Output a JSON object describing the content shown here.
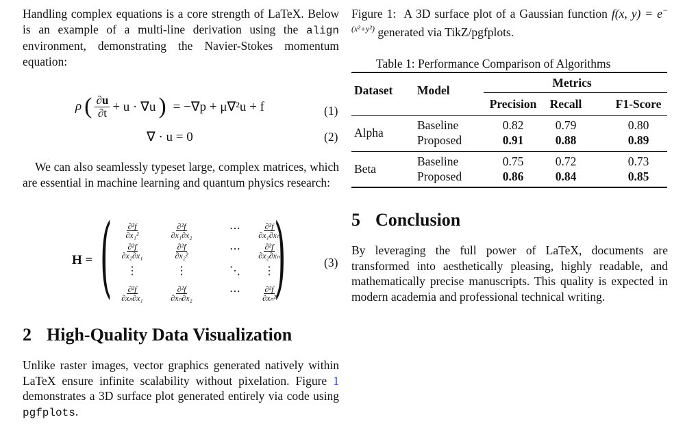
{
  "left": {
    "intro": {
      "p1": "Handling complex equations is a core strength of ",
      "latex": "LaTeX",
      "p2": ". Below is an example of a multi-line derivation using the ",
      "code": "align",
      "p3": " environment, demonstrating the Navier-Stokes momentum equation:"
    },
    "eq1": {
      "text": "ρ (∂u/∂t + u · ∇u) = −∇p + μ∇²u + f",
      "lhs_rho": "ρ",
      "num": "∂u",
      "den": "∂t",
      "mid": "+ u · ∇u",
      "rhs": "= −∇p + μ∇²u + f",
      "number": "(1)"
    },
    "eq2": {
      "text": "∇ · u = 0",
      "number": "(2)"
    },
    "matrix_intro": "We can also seamlessly typeset large, complex matrices, which are essential in machine learning and quantum physics research:",
    "eq3": {
      "lhs": "H =",
      "number": "(3)",
      "cells": [
        {
          "n": "∂²f",
          "d": "∂x₁²"
        },
        {
          "n": "∂²f",
          "d": "∂x₁∂x₂"
        },
        {
          "n": "⋯",
          "d": ""
        },
        {
          "n": "∂²f",
          "d": "∂x₁∂xₙ"
        },
        {
          "n": "∂²f",
          "d": "∂x₂∂x₁"
        },
        {
          "n": "∂²f",
          "d": "∂x₂²"
        },
        {
          "n": "⋯",
          "d": ""
        },
        {
          "n": "∂²f",
          "d": "∂x₂∂xₙ"
        },
        {
          "n": "⋮",
          "d": ""
        },
        {
          "n": "⋮",
          "d": ""
        },
        {
          "n": "⋱",
          "d": ""
        },
        {
          "n": "⋮",
          "d": ""
        },
        {
          "n": "∂²f",
          "d": "∂xₙ∂x₁"
        },
        {
          "n": "∂²f",
          "d": "∂xₙ∂x₂"
        },
        {
          "n": "⋯",
          "d": ""
        },
        {
          "n": "∂²f",
          "d": "∂xₙ²"
        }
      ]
    },
    "section2": {
      "number": "2",
      "title": "High-Quality Data Visualization"
    },
    "viz": {
      "p1": "Unlike raster images, vector graphics generated natively within ",
      "latex": "LaTeX",
      "p2": " ensure infinite scalability without pixelation. Figure ",
      "ref": "1",
      "p3": " demonstrates a 3D surface plot generated entirely via code using ",
      "code": "pgfplots",
      "p4": "."
    }
  },
  "right": {
    "figure_caption": {
      "label": "Figure 1:",
      "text1": "A 3D surface plot of a Gaussian function ",
      "formula": "f(x, y) = e^−(x²+y²)",
      "fx": "f(x, y) = e",
      "exp": "−(x²+y²)",
      "text2": " generated via TikZ/pgfplots."
    },
    "table": {
      "caption": "Table 1: Performance Comparison of Algorithms",
      "headers": {
        "dataset": "Dataset",
        "model": "Model",
        "metrics": "Metrics",
        "precision": "Precision",
        "recall": "Recall",
        "f1": "F1-Score"
      },
      "groups": [
        {
          "dataset": "Alpha",
          "rows": [
            {
              "model": "Baseline",
              "precision": "0.82",
              "recall": "0.79",
              "f1": "0.80"
            },
            {
              "model": "Proposed",
              "precision": "0.91",
              "recall": "0.88",
              "f1": "0.89"
            }
          ]
        },
        {
          "dataset": "Beta",
          "rows": [
            {
              "model": "Baseline",
              "precision": "0.75",
              "recall": "0.72",
              "f1": "0.73"
            },
            {
              "model": "Proposed",
              "precision": "0.86",
              "recall": "0.84",
              "f1": "0.85"
            }
          ]
        }
      ]
    },
    "section5": {
      "number": "5",
      "title": "Conclusion"
    },
    "conclusion": {
      "p1": "By leveraging the full power of ",
      "latex": "LaTeX",
      "p2": ", documents are transformed into aesthetically pleasing, highly readable, and mathematically precise manuscripts. This quality is expected in modern academia and professional technical writing."
    }
  }
}
